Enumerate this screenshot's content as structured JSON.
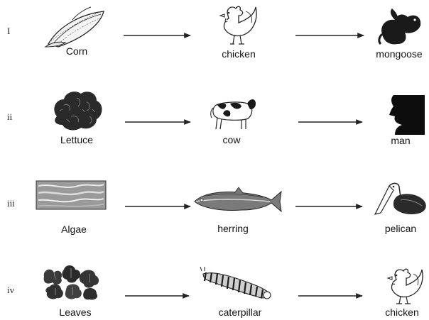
{
  "rows": [
    {
      "numeral": "I",
      "producer": "Corn",
      "primary": "chicken",
      "secondary": "mongoose"
    },
    {
      "numeral": "ii",
      "producer": "Lettuce",
      "primary": "cow",
      "secondary": "man"
    },
    {
      "numeral": "iii",
      "producer": "Algae",
      "primary": "herring",
      "secondary": "pelican"
    },
    {
      "numeral": "iv",
      "producer": "Leaves",
      "primary": "caterpillar",
      "secondary": "chicken"
    }
  ],
  "icons": {
    "row1": [
      "corn-icon",
      "chicken-icon",
      "mongoose-icon"
    ],
    "row2": [
      "lettuce-icon",
      "cow-icon",
      "man-silhouette-icon"
    ],
    "row3": [
      "algae-icon",
      "herring-icon",
      "pelican-icon"
    ],
    "row4": [
      "leaves-icon",
      "caterpillar-icon",
      "chicken-icon"
    ]
  },
  "colors": {
    "ink": "#111111",
    "arrow": "#222222"
  }
}
